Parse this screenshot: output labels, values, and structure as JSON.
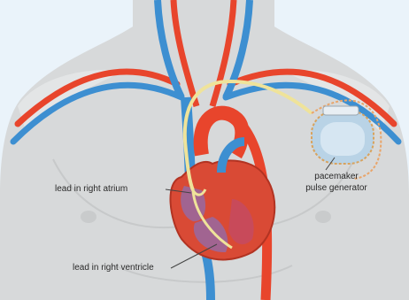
{
  "labels": {
    "lead_atrium": "lead in right atrium",
    "lead_ventricle": "lead in right ventricle",
    "pacemaker_line1": "pacemaker",
    "pacemaker_line2": "pulse generator"
  },
  "colors": {
    "background": "#eaf3fa",
    "body": "#d7d9da",
    "artery": "#e8452c",
    "vein": "#3d8fd1",
    "heart": "#d94a35",
    "lead": "#efe39a",
    "device": "#b9d3e6"
  }
}
